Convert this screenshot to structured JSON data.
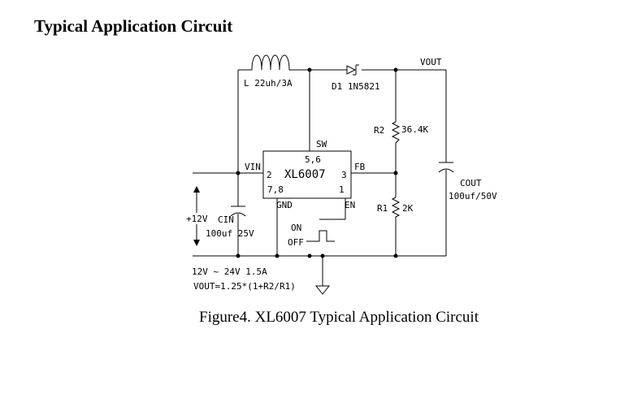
{
  "heading": "Typical Application Circuit",
  "caption": "Figure4. XL6007 Typical Application Circuit",
  "labels": {
    "inductor": "L  22uh/3A",
    "diode": "D1  1N5821",
    "vout": "VOUT",
    "r2": "R2",
    "r2_value": "36.4K",
    "r1": "R1",
    "r1_value": "2K",
    "cout": "COUT",
    "cout_value": "100uf/50V",
    "cin": "CIN",
    "cin_value": "100uf   25V",
    "input_voltage": "+12V",
    "on": "ON",
    "off": "OFF",
    "range": "12V ~ 24V 1.5A",
    "formula": "VOUT=1.25*(1+R2/R1)"
  },
  "ic": {
    "name": "XL6007",
    "pin_sw": "SW",
    "pin_sw_num": "5,6",
    "pin_vin": "VIN",
    "pin_vin_num": "2",
    "pin_fb": "FB",
    "pin_fb_num": "3",
    "pin_gnd": "GND",
    "pin_gnd_num": "7,8",
    "pin_en": "EN",
    "pin_en_num": "1"
  }
}
